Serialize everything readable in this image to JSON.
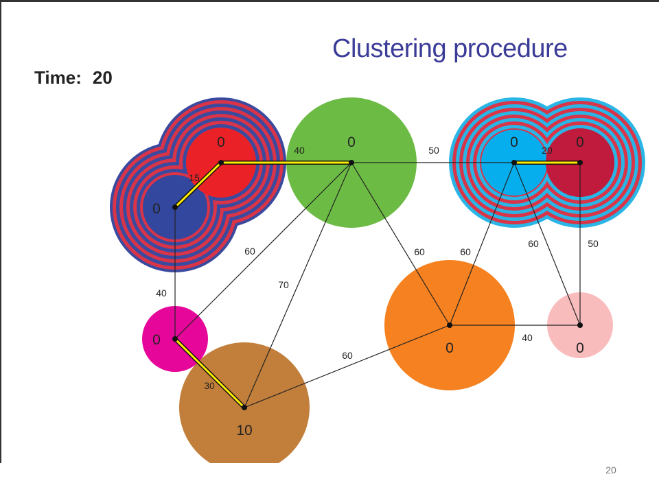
{
  "slide": {
    "title": "Clustering procedure",
    "time_label": "Time:",
    "time_value": "20",
    "page_number": "20"
  },
  "colors": {
    "title": "#3b3b98",
    "ring_red": "#d93448",
    "ring_blue": "#3a4a9f",
    "ring_cyan": "#29b6e6",
    "highlight": "#ffee00"
  },
  "nodes": [
    {
      "id": "blue",
      "label": "0",
      "color": "#33479e"
    },
    {
      "id": "red",
      "label": "0",
      "color": "#ea2227"
    },
    {
      "id": "green",
      "label": "0",
      "color": "#6cbb44"
    },
    {
      "id": "cyan",
      "label": "0",
      "color": "#06aeed"
    },
    {
      "id": "crimson",
      "label": "0",
      "color": "#c01b3c"
    },
    {
      "id": "magenta",
      "label": "0",
      "color": "#e6079a"
    },
    {
      "id": "brown",
      "label": "10",
      "color": "#c27f3b"
    },
    {
      "id": "orange",
      "label": "0",
      "color": "#f58121"
    },
    {
      "id": "pink",
      "label": "0",
      "color": "#f8bcbd"
    }
  ],
  "edges": [
    {
      "from": "blue",
      "to": "red",
      "label": "15",
      "in_tree": true
    },
    {
      "from": "red",
      "to": "green",
      "label": "40",
      "in_tree": true
    },
    {
      "from": "green",
      "to": "cyan",
      "label": "50",
      "in_tree": false
    },
    {
      "from": "cyan",
      "to": "crimson",
      "label": "20",
      "in_tree": true
    },
    {
      "from": "blue",
      "to": "magenta",
      "label": "40",
      "in_tree": false
    },
    {
      "from": "green",
      "to": "magenta",
      "label": "60",
      "in_tree": false
    },
    {
      "from": "green",
      "to": "brown",
      "label": "70",
      "in_tree": false
    },
    {
      "from": "green",
      "to": "orange",
      "label": "60",
      "in_tree": false
    },
    {
      "from": "cyan",
      "to": "orange",
      "label": "60",
      "in_tree": false
    },
    {
      "from": "cyan",
      "to": "pink",
      "label": "60",
      "in_tree": false
    },
    {
      "from": "crimson",
      "to": "pink",
      "label": "50",
      "in_tree": false
    },
    {
      "from": "magenta",
      "to": "brown",
      "label": "30",
      "in_tree": true
    },
    {
      "from": "brown",
      "to": "orange",
      "label": "60",
      "in_tree": false
    },
    {
      "from": "orange",
      "to": "pink",
      "label": "40",
      "in_tree": false
    }
  ]
}
